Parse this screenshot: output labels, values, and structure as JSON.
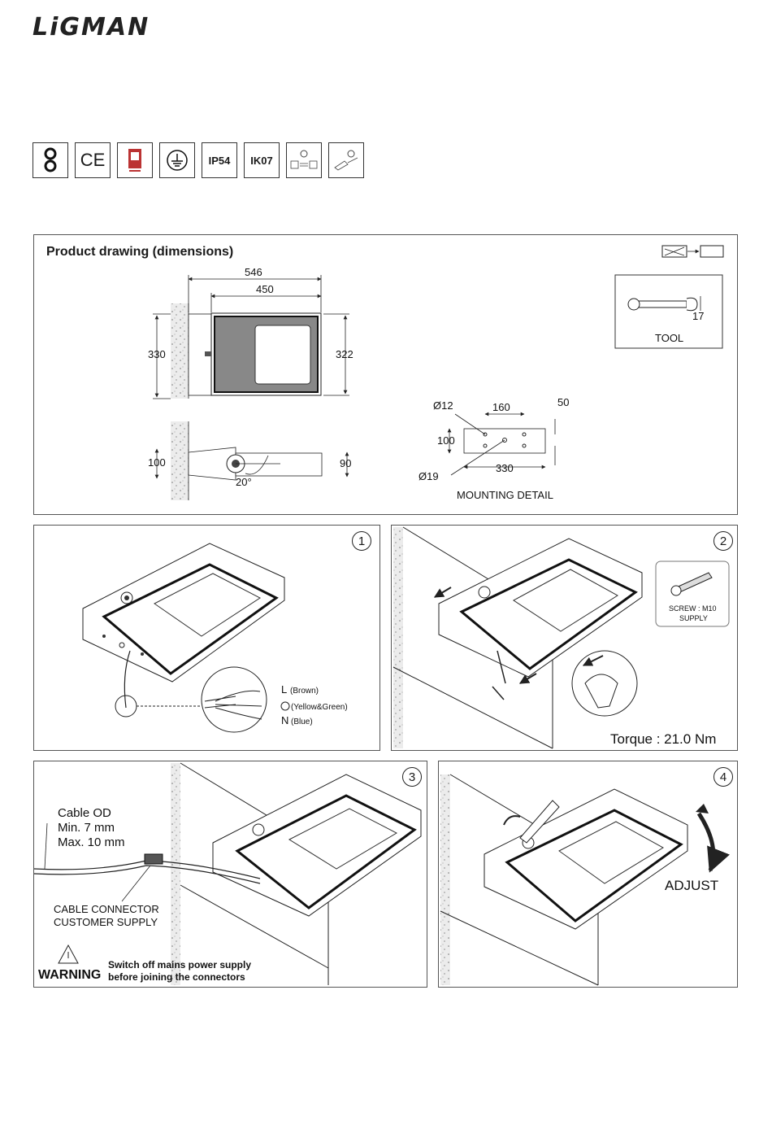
{
  "brand": "LiGMAN",
  "certifications": [
    {
      "name": "class-2-icon",
      "label": ""
    },
    {
      "name": "ce-icon",
      "label": "CE"
    },
    {
      "name": "quality-badge-icon",
      "label": ""
    },
    {
      "name": "earth-ground-icon",
      "label": ""
    },
    {
      "name": "ip-rating",
      "label": "IP54"
    },
    {
      "name": "ik-rating",
      "label": "IK07"
    },
    {
      "name": "voltage-icon",
      "label": ""
    },
    {
      "name": "install-icon",
      "label": ""
    }
  ],
  "product_drawing": {
    "title": "Product drawing (dimensions)",
    "dims": {
      "width_total": "546",
      "width_inner": "450",
      "height_left": "330",
      "height_right": "322",
      "side_left": "100",
      "side_right": "90",
      "angle": "20°"
    },
    "tool": {
      "label": "TOOL",
      "size": "17"
    },
    "mounting": {
      "label": "MOUNTING DETAIL",
      "hole_small": "Ø12",
      "hole_large": "Ø19",
      "spacing_top": "160",
      "offset": "50",
      "height": "100",
      "width": "330"
    }
  },
  "steps": {
    "step1": {
      "number": "1",
      "wire_l": "L",
      "wire_l_color": "(Brown)",
      "wire_e_color": "(Yellow&Green)",
      "wire_n": "N",
      "wire_n_color": "(Blue)"
    },
    "step2": {
      "number": "2",
      "screw_line1": "SCREW : M10",
      "screw_line2": "SUPPLY",
      "torque": "Torque : 21.0 Nm"
    },
    "step3": {
      "number": "3",
      "cable_title": "Cable OD",
      "cable_min": "Min. 7 mm",
      "cable_max": "Max. 10 mm",
      "connector_line1": "CABLE CONNECTOR",
      "connector_line2": "CUSTOMER SUPPLY",
      "warning": "WARNING",
      "warning_line1": "Switch off mains power supply",
      "warning_line2": "before joining the connectors"
    },
    "step4": {
      "number": "4",
      "adjust": "ADJUST"
    }
  }
}
